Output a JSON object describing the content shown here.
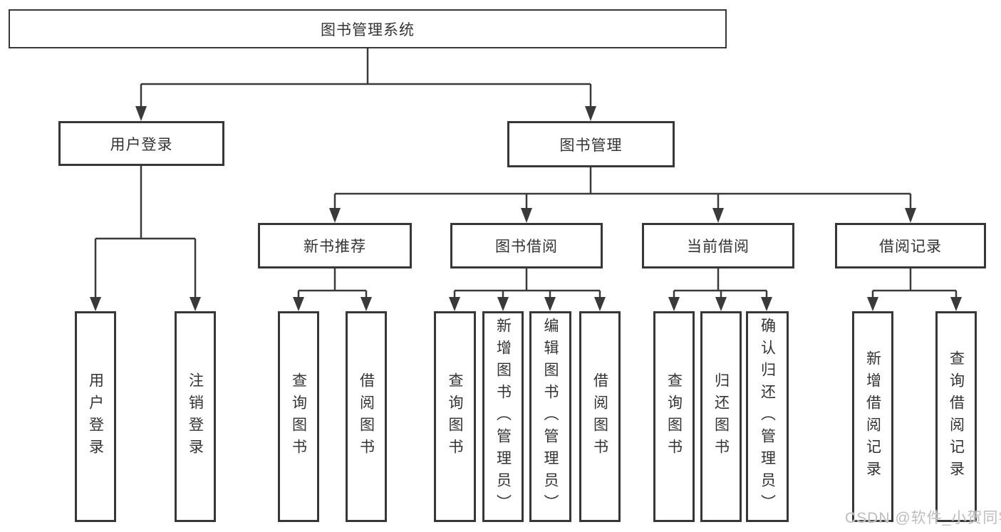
{
  "diagram": {
    "root": "图书管理系统",
    "level2": {
      "user_login": "用户登录",
      "book_management": "图书管理"
    },
    "level3": {
      "new_book_recommend": "新书推荐",
      "book_borrowing": "图书借阅",
      "current_borrowing": "当前借阅",
      "borrowing_records": "借阅记录"
    },
    "leaves": {
      "user_login": [
        "用户登录",
        "注销登录"
      ],
      "new_book_recommend": [
        "查询图书",
        "借阅图书"
      ],
      "book_borrowing": [
        "查询图书",
        "新增图书（管理员）",
        "编辑图书（管理员）",
        "借阅图书"
      ],
      "current_borrowing": [
        "查询图书",
        "归还图书",
        "确认归还（管理员）"
      ],
      "borrowing_records": [
        "新增借阅记录",
        "查询借阅记录"
      ]
    }
  },
  "watermark": "CSDN @软件_小贺同学",
  "colors": {
    "line": "#3a3a3a",
    "box_border": "#373737",
    "text": "#333333",
    "watermark_text": "#bdbdbd",
    "background": "#ffffff"
  }
}
